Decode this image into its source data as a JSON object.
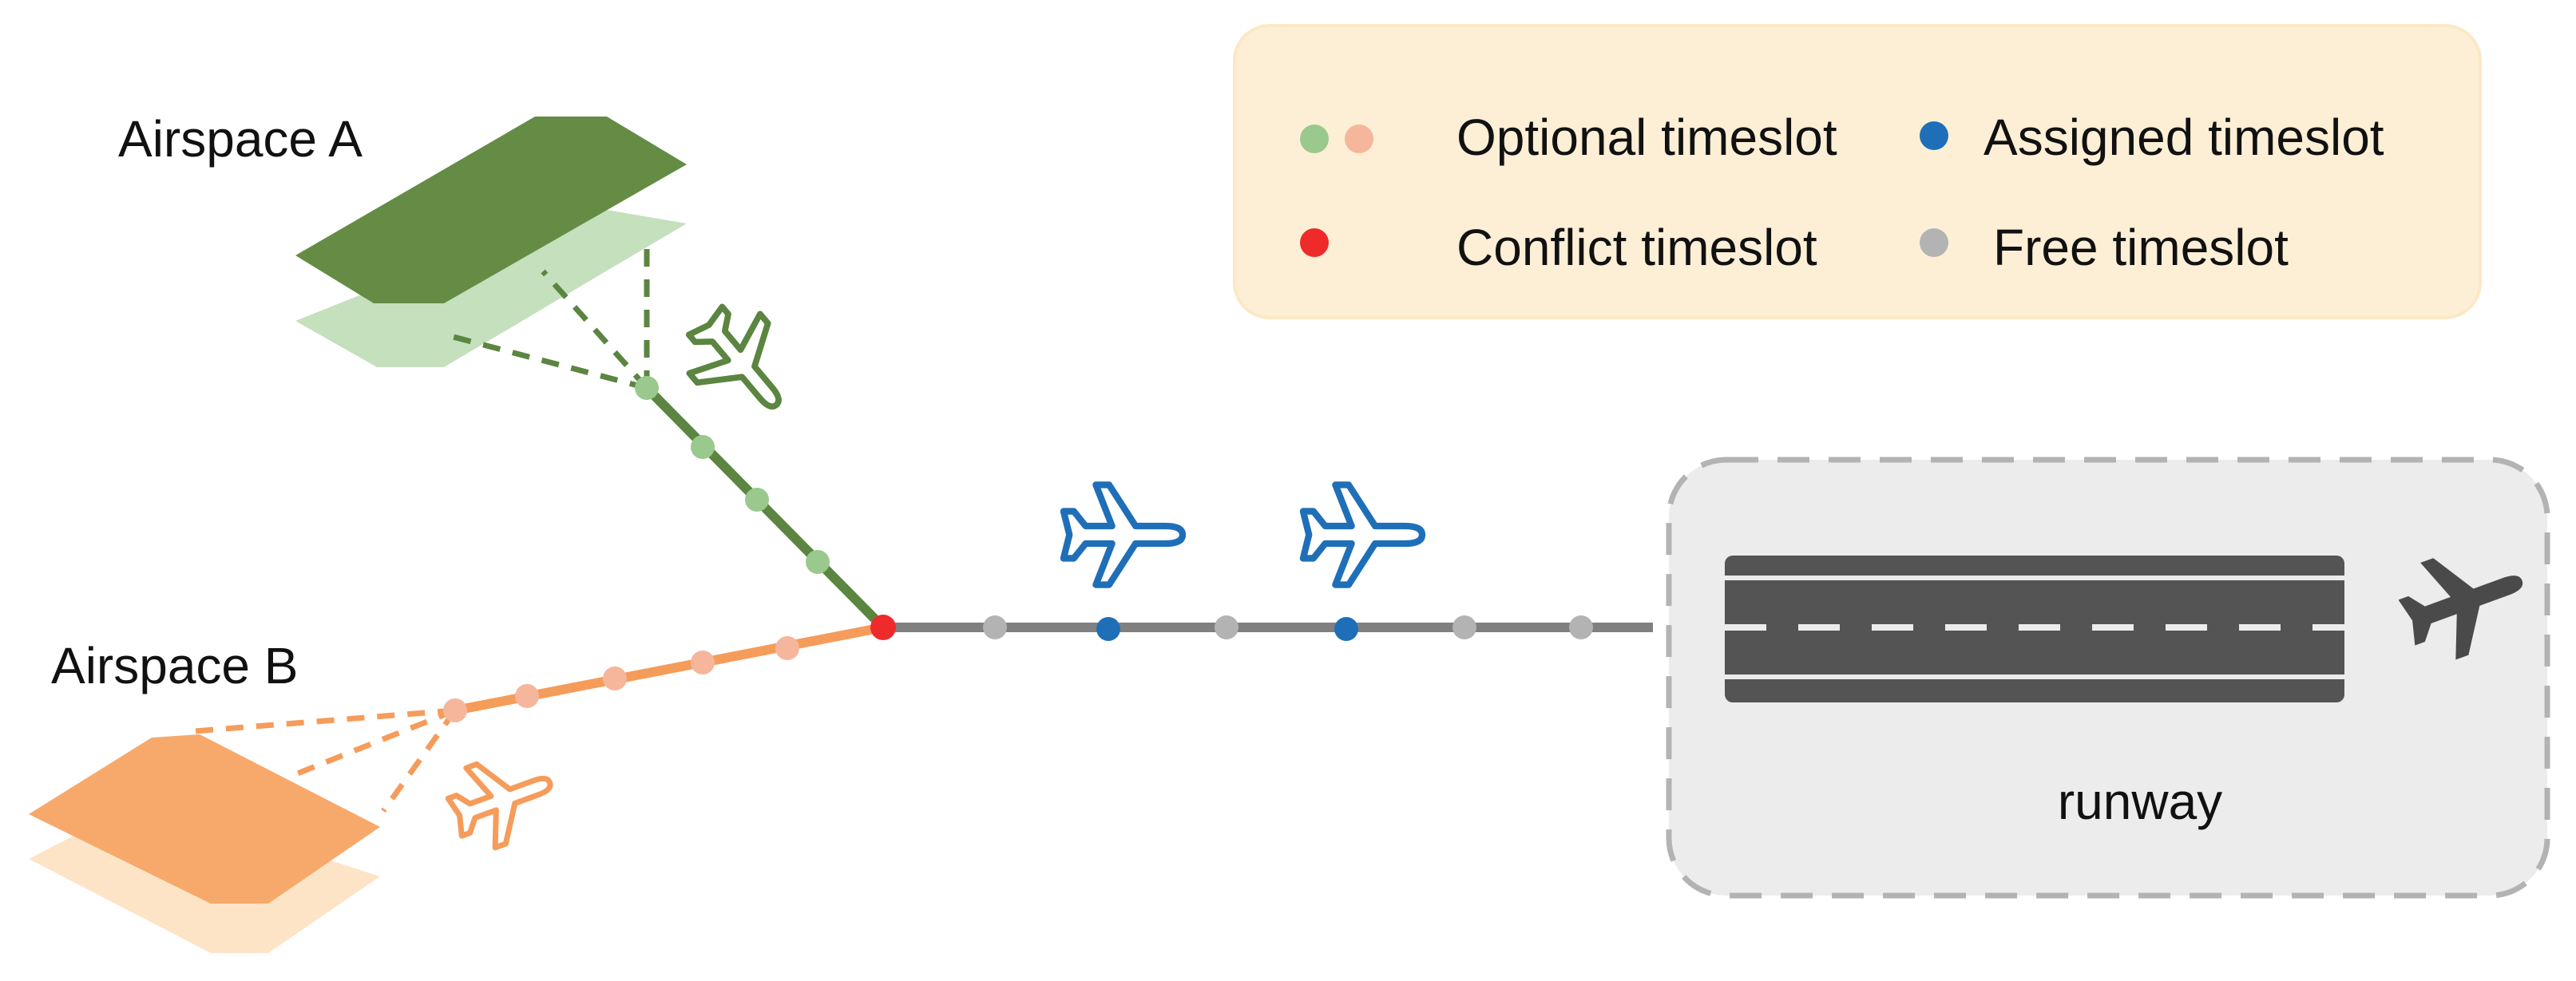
{
  "labels": {
    "airspace_a": "Airspace A",
    "airspace_b": "Airspace B",
    "runway": "runway"
  },
  "legend": {
    "optional": "Optional timeslot",
    "assigned": "Assigned timeslot",
    "conflict": "Conflict timeslot",
    "free": "Free timeslot"
  },
  "colors": {
    "airspace_a_dark": "#648c45",
    "airspace_a_light": "#c5e0bd",
    "airspace_b_dark": "#f7a96b",
    "airspace_b_light": "#fde4c6",
    "route_a": "#5b8540",
    "route_b": "#f59c5b",
    "route_main": "#808080",
    "dot_optional_green": "#99c98c",
    "dot_optional_orange": "#f5b69b",
    "dot_assigned": "#1f6fb8",
    "dot_conflict": "#ee2a2a",
    "dot_free": "#b3b3b3",
    "legend_bg": "#fcefd6",
    "runway_box_bg": "#ececec",
    "runway": "#545454",
    "plane_blue": "#1f6fb8",
    "plane_green": "#5b8540",
    "plane_orange": "#f59c5b",
    "plane_dark": "#4a4a4a"
  },
  "icons": [
    "airplane-outline-icon",
    "airplane-departing-icon"
  ]
}
